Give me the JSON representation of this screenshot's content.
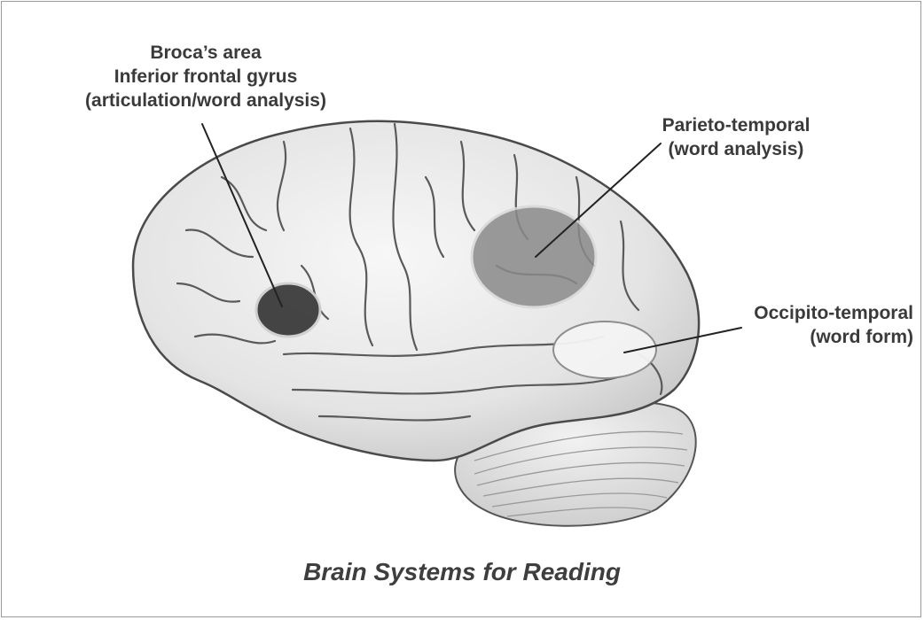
{
  "labels": {
    "broca": {
      "line1": "Broca’s area",
      "line2": "Inferior frontal gyrus",
      "line3": "(articulation/word analysis)"
    },
    "parieto_temporal": {
      "line1": "Parieto-temporal",
      "line2": "(word analysis)"
    },
    "occipito_temporal": {
      "line1": "Occipito-temporal",
      "line2": "(word form)"
    }
  },
  "caption": "Brain Systems for Reading",
  "colors": {
    "background": "#ffffff",
    "frame": "#9a9a9a",
    "text": "#3a3a3a",
    "brain_fill": "#e9e9e9",
    "brain_outline": "#4a4a4a",
    "broca_region": "#3c3c3c",
    "parieto_region": "#8a8a8a",
    "occipito_region": "#f4f4f4"
  }
}
